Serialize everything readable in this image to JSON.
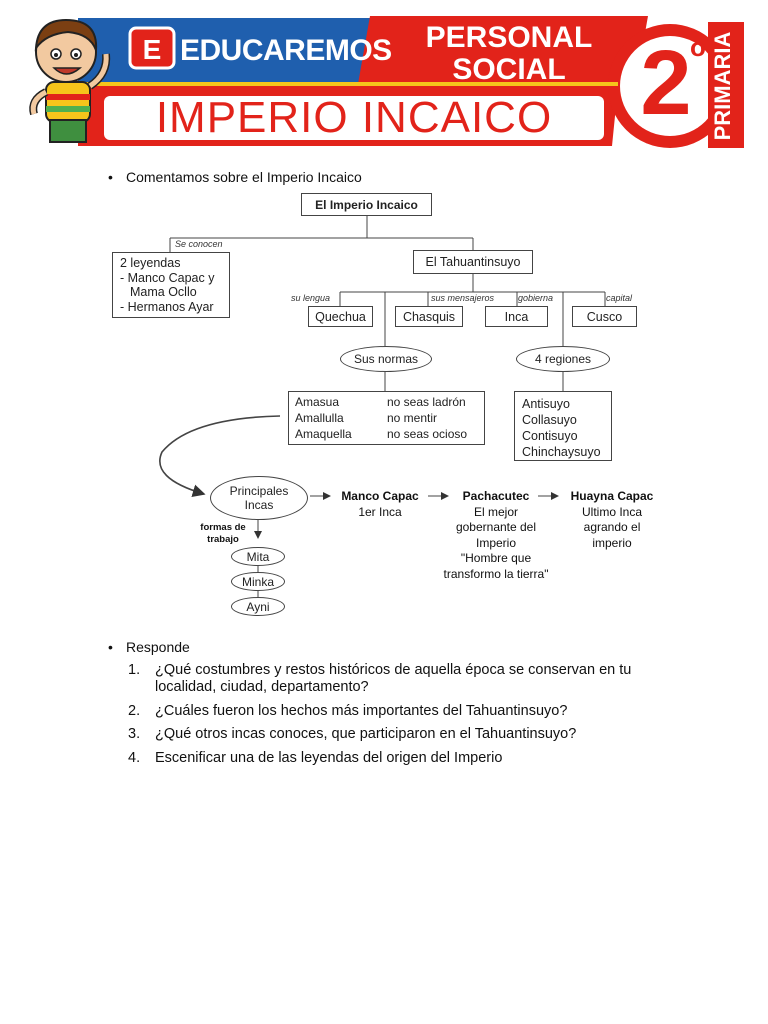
{
  "header": {
    "brand": "EDUCAREMOS",
    "brand_logo_letter": "E",
    "subject_line1": "PERSONAL",
    "subject_line2": "SOCIAL",
    "topic": "IMPERIO INCAICO",
    "grade_number": "2",
    "grade_suffix": "o",
    "level": "PRIMARIA",
    "colors": {
      "red": "#e2231a",
      "blue": "#1f5fae",
      "yellow": "#f6c51b",
      "white": "#ffffff"
    }
  },
  "intro": {
    "bullet": "•",
    "text": "Comentamos sobre el Imperio Incaico"
  },
  "diagram": {
    "root": "El Imperio Incaico",
    "label_se_conocen": "Se conocen",
    "legends_box": [
      "2 leyendas",
      "- Manco Capac y",
      "  Mama Ocllo",
      "- Hermanos Ayar"
    ],
    "tahuantinsuyo": "El Tahuantinsuyo",
    "branch_labels": {
      "lengua": "su lengua",
      "mensajeros": "sus mensajeros",
      "gobierna": "gobierna",
      "capital": "capital"
    },
    "branches": [
      "Quechua",
      "Chasquis",
      "Inca",
      "Cusco"
    ],
    "normas": "Sus normas",
    "regiones": "4 regiones",
    "norms_rows": [
      {
        "left": "Amasua",
        "right": "no seas ladrón"
      },
      {
        "left": "Amallulla",
        "right": "no mentir"
      },
      {
        "left": "Amaquella",
        "right": "no seas ocioso"
      }
    ],
    "regions_list": [
      "Antisuyo",
      "Collasuyo",
      "Contisuyo",
      "Chinchaysuyo"
    ],
    "principales": [
      "Principales",
      "Incas"
    ],
    "work_label": [
      "formas de",
      "trabajo"
    ],
    "work_forms": [
      "Mita",
      "Minka",
      "Ayni"
    ],
    "incas": [
      {
        "name": "Manco Capac",
        "desc": [
          "1er Inca"
        ]
      },
      {
        "name": "Pachacutec",
        "desc": [
          "El mejor",
          "gobernante del",
          "Imperio",
          "\"Hombre que",
          "transformo la tierra\""
        ]
      },
      {
        "name": "Huayna Capac",
        "desc": [
          "Ultimo Inca",
          "agrando el",
          "imperio"
        ]
      }
    ]
  },
  "respond": {
    "bullet": "•",
    "title": "Responde",
    "questions": [
      {
        "num": "1.",
        "text": "¿Qué costumbres y restos históricos de aquella época se conservan en tu localidad, ciudad, departamento?"
      },
      {
        "num": "2.",
        "text": "¿Cuáles fueron los hechos más importantes del Tahuantinsuyo?"
      },
      {
        "num": "3.",
        "text": "¿Qué otros incas conoces, que participaron en el Tahuantinsuyo?"
      },
      {
        "num": "4.",
        "text": "Escenificar una de las leyendas del origen del Imperio"
      }
    ]
  }
}
